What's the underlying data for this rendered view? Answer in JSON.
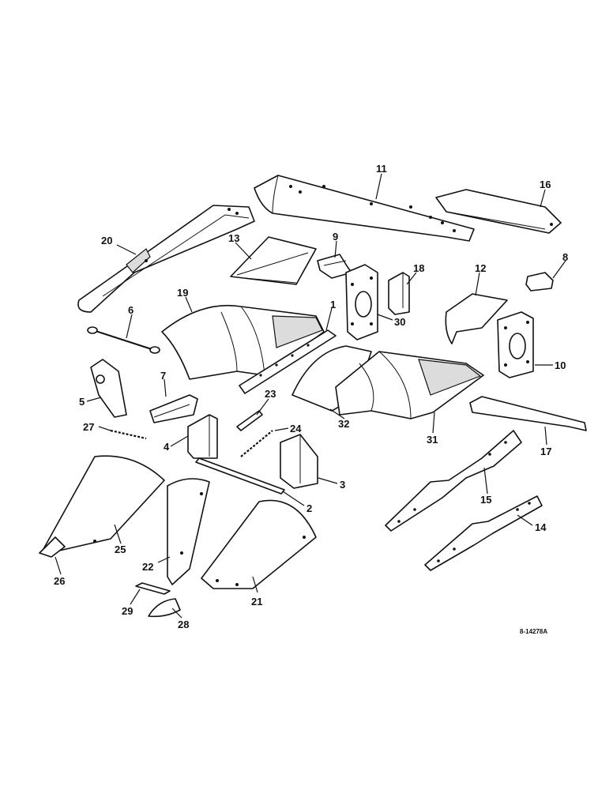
{
  "diagram": {
    "reference_number": "8-14278A",
    "callouts": [
      "1",
      "2",
      "3",
      "4",
      "5",
      "6",
      "7",
      "8",
      "9",
      "10",
      "11",
      "12",
      "13",
      "14",
      "15",
      "16",
      "17",
      "18",
      "19",
      "20",
      "21",
      "22",
      "23",
      "24",
      "25",
      "26",
      "27",
      "28",
      "29",
      "30",
      "31",
      "32"
    ]
  }
}
